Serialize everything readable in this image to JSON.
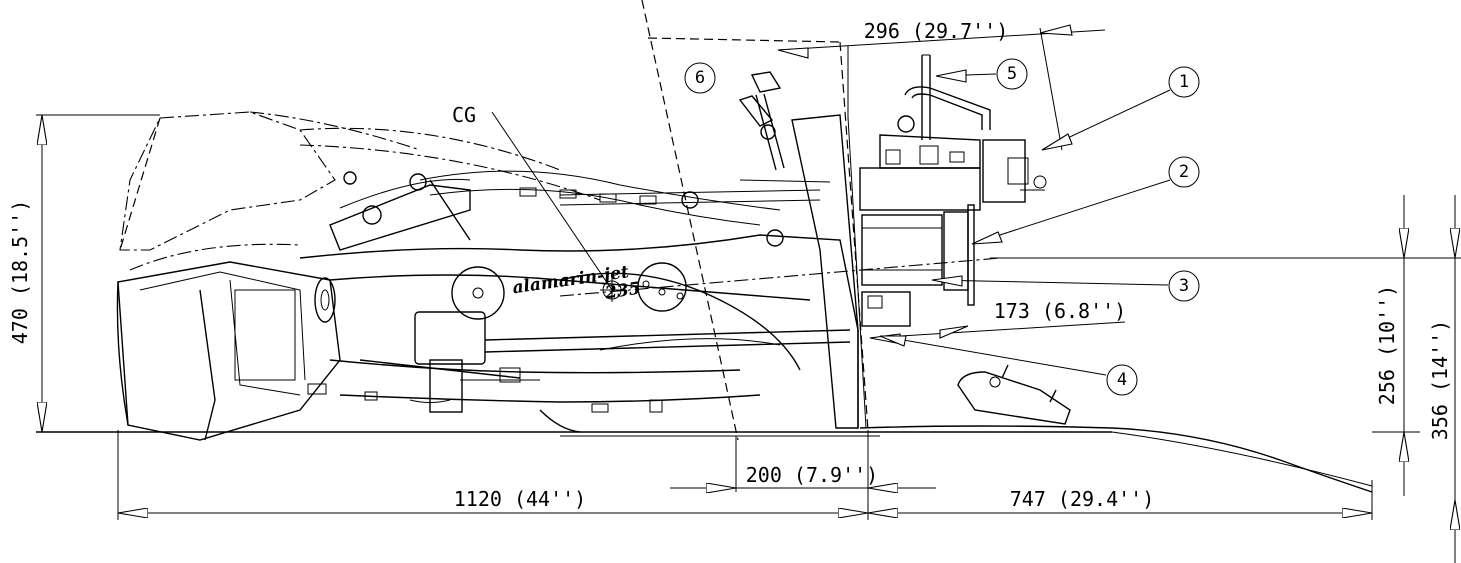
{
  "dimensions": {
    "overall_left": "1120  (44'')",
    "overall_right": "747  (29.4'')",
    "height_470": "470  (18.5'')",
    "height_256": "256  (10'')",
    "height_356": "356  (14'')",
    "width_296": "296  (29.7'')",
    "width_200": "200  (7.9'')",
    "width_173": "173  (6.8'')"
  },
  "labels": {
    "cg": "CG",
    "brand_line1": "alamarin-jet",
    "brand_line2": "235"
  },
  "callouts": [
    "1",
    "2",
    "3",
    "4",
    "5",
    "6"
  ]
}
